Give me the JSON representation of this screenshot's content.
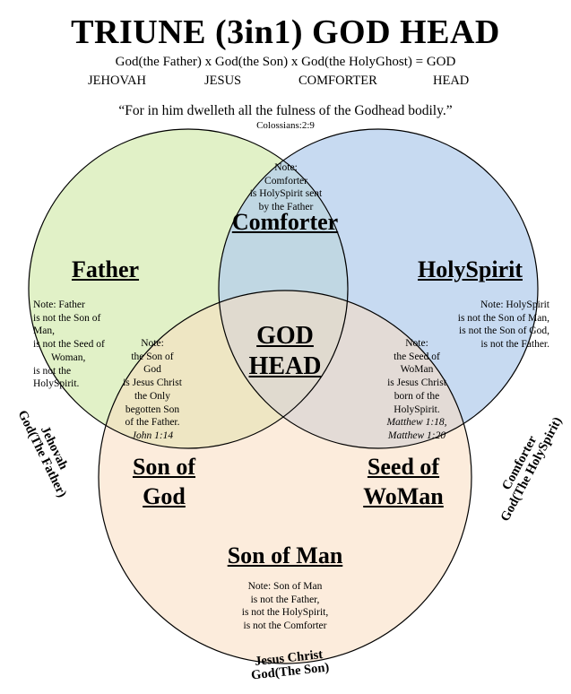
{
  "header": {
    "title": "TRIUNE (3in1) GOD HEAD",
    "equation": "God(the Father) x God(the Son) x God(the HolyGhost) = GOD",
    "names": [
      "JEHOVAH",
      "JESUS",
      "COMFORTER",
      "HEAD"
    ],
    "quote": "“For in him dwelleth all the fulness of the Godhead bodily.”",
    "reference": "Colossians:2:9"
  },
  "colors": {
    "father_circle": "#d7ecb4",
    "holyspirit_circle": "#b4cdec",
    "son_circle": "#f9dcc0",
    "outline": "#000000"
  },
  "regions": {
    "comforter": {
      "label": "Comforter",
      "note": [
        "Note:",
        "Comforter",
        "is HolySpirit sent",
        "by the Father"
      ]
    },
    "father": {
      "label": "Father",
      "note": [
        "Note: Father",
        "is not the Son of Man,",
        "is not the Seed of",
        "Woman,",
        "is not the",
        "HolySpirit."
      ]
    },
    "holyspirit": {
      "label": "HolySpirit",
      "note": [
        "Note: HolySpirit",
        "is not the Son of Man,",
        "is not the Son of God,",
        "is not the Father."
      ]
    },
    "godhead": {
      "label_line1": "GOD",
      "label_line2": "HEAD"
    },
    "son_of_god": {
      "label_line1": "Son of",
      "label_line2": "God",
      "note": [
        "Note:",
        "the Son of",
        "God",
        "is Jesus Christ",
        "the Only",
        "begotten Son",
        "of the Father."
      ],
      "scripture": "John 1:14"
    },
    "seed_of_woman": {
      "label_line1": "Seed of",
      "label_line2": "WoMan",
      "note": [
        "Note:",
        "the Seed of",
        "WoMan",
        "is Jesus Christ",
        "born of the",
        "HolySpirit."
      ],
      "scripture": [
        "Matthew 1:18,",
        "Matthew 1:20"
      ]
    },
    "son_of_man": {
      "label": "Son of Man",
      "note": [
        "Note: Son of Man",
        "is not the Father,",
        "is not the HolySpirit,",
        "is not the Comforter"
      ]
    }
  },
  "circle_labels": {
    "father": [
      "Jehovah",
      "God(The Father)"
    ],
    "holyspirit": [
      "Comforter",
      "God(The HolySpirit)"
    ],
    "son": [
      "Jesus Christ",
      "God(The Son)"
    ]
  }
}
